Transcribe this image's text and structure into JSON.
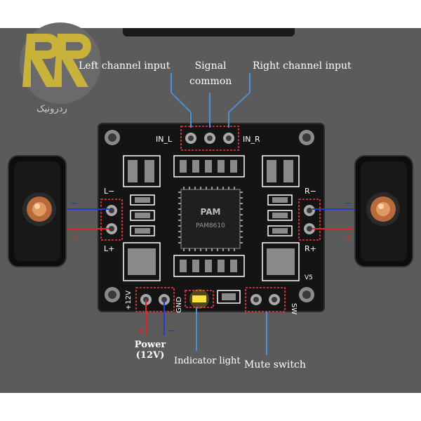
{
  "labels": {
    "left_channel_input": "Left channel input",
    "signal_common_line1": "Signal",
    "signal_common_line2": "common",
    "right_channel_input": "Right channel input",
    "power_line1": "Power",
    "power_line2": "(12V)",
    "indicator_light": "Indicator light",
    "mute_switch": "Mute switch"
  },
  "board": {
    "in_l": "IN_L",
    "in_r": "IN_R",
    "l_minus": "L−",
    "l_plus": "L+",
    "r_minus": "R−",
    "r_plus": "R+",
    "plus_12v": "+12V",
    "gnd": "GND",
    "sw": "SW",
    "version": "V5",
    "chip_brand": "PAM",
    "chip_model": "PAM8610"
  },
  "logo": {
    "letters": "RR",
    "text": "ردرونیک"
  },
  "colors": {
    "background": "#5b5b5b",
    "pcb": "#141414",
    "callout_line": "#4a90d9",
    "highlight_box": "#d9323a",
    "positive_wire": "#e0262e",
    "negative_wire": "#1f3cc8",
    "logo_gold": "#c8b23a",
    "indicator_led": "#ffe23a"
  }
}
